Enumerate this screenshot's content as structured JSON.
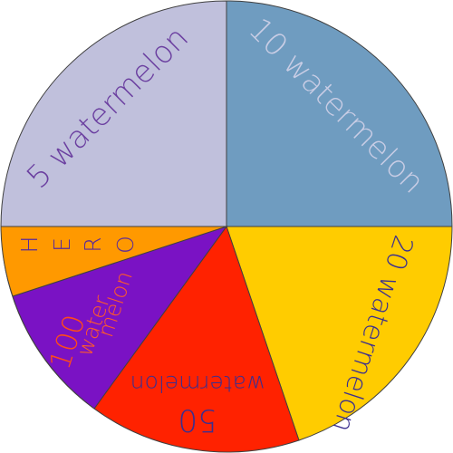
{
  "wheel": {
    "segments": [
      {
        "id": "10",
        "label": "10 watermelon",
        "fill": "#6f9cc0",
        "text_color": "#c9cde5"
      },
      {
        "id": "20",
        "label": "20 watermelon",
        "fill": "#ffcc00",
        "text_color": "#3b2f8f"
      },
      {
        "id": "50",
        "label_word": "watermelon",
        "label_number": "50",
        "fill": "#ff2200",
        "text_color": "#3b2f8f"
      },
      {
        "id": "100",
        "label_number": "100",
        "label_word1": "water",
        "label_word2": "melon",
        "fill": "#7a12c4",
        "number_color": "#ff4a1a",
        "word_color": "#ff5a2a"
      },
      {
        "id": "hero",
        "letters": [
          "H",
          "E",
          "R",
          "O"
        ],
        "fill": "#ff9900",
        "text_color": "#5a2a9a"
      },
      {
        "id": "5",
        "label": "5 watermelon",
        "fill": "#c0c0dc",
        "text_color": "#6b3fa0"
      }
    ]
  }
}
